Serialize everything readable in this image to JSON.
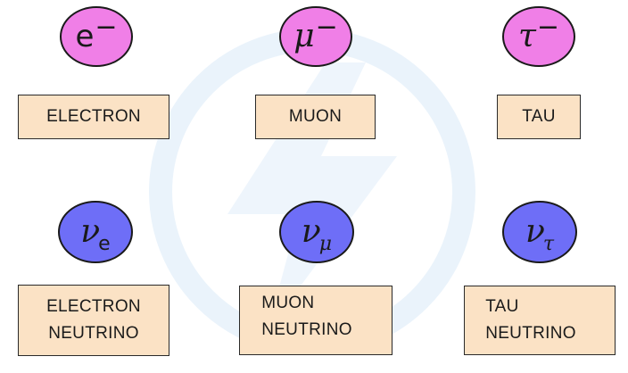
{
  "particles": [
    {
      "key": "electron",
      "symbol": "e",
      "superscript": "−",
      "subscript": "",
      "label_lines": [
        "ELECTRON"
      ],
      "kind": "charged-lepton",
      "color": "#f07fe7"
    },
    {
      "key": "muon",
      "symbol": "μ",
      "superscript": "−",
      "subscript": "",
      "label_lines": [
        "MUON"
      ],
      "kind": "charged-lepton",
      "color": "#f07fe7"
    },
    {
      "key": "tau",
      "symbol": "τ",
      "superscript": "−",
      "subscript": "",
      "label_lines": [
        "TAU"
      ],
      "kind": "charged-lepton",
      "color": "#f07fe7"
    },
    {
      "key": "electron-neutrino",
      "symbol": "ν",
      "superscript": "",
      "subscript": "e",
      "label_lines": [
        "ELECTRON",
        "NEUTRINO"
      ],
      "kind": "neutrino",
      "color": "#6e6ef7"
    },
    {
      "key": "muon-neutrino",
      "symbol": "ν",
      "superscript": "",
      "subscript": "μ",
      "label_lines": [
        "MUON",
        "NEUTRINO"
      ],
      "kind": "neutrino",
      "color": "#6e6ef7"
    },
    {
      "key": "tau-neutrino",
      "symbol": "ν",
      "superscript": "",
      "subscript": "τ",
      "label_lines": [
        "TAU",
        "NEUTRINO"
      ],
      "kind": "neutrino",
      "color": "#6e6ef7"
    }
  ],
  "colors": {
    "label_fill": "#fbe2c5",
    "outline": "#1a1a1a",
    "watermark": "#e8f2fb"
  },
  "watermark": {
    "icon": "lightning-bolt-logo-icon"
  }
}
